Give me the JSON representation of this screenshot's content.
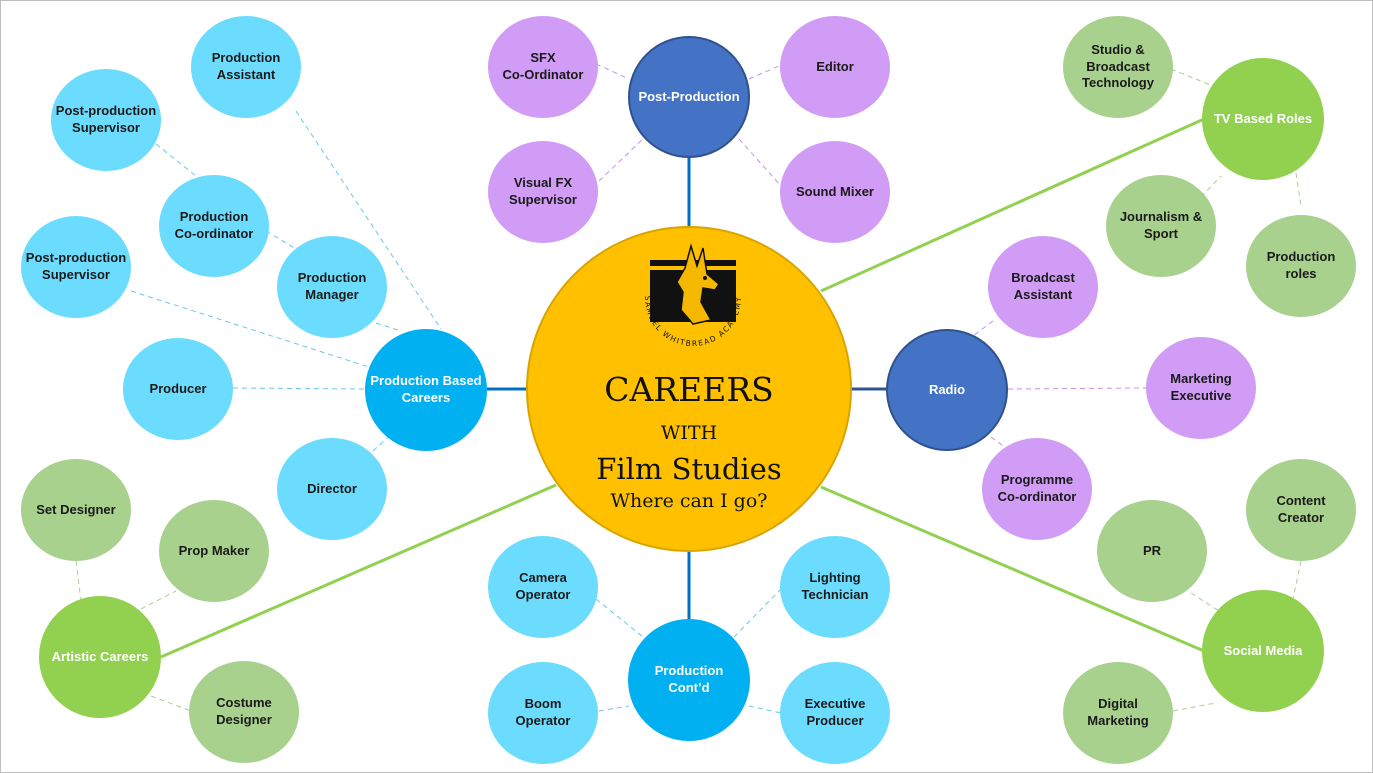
{
  "center": {
    "title": "CAREERS",
    "with": "WITH",
    "subject": "Film Studies",
    "question": "Where can I go?",
    "crest_text": "SAMUEL WHITBREAD ACADEMY"
  },
  "hubs": {
    "post_production": "Post-Production",
    "production_based": "Production Based\nCareers",
    "production_contd": "Production\nCont’d",
    "radio": "Radio",
    "tv_based": "TV Based Roles",
    "artistic": "Artistic Careers",
    "social_media": "Social Media"
  },
  "post_production_roles": {
    "sfx": "SFX\nCo-Ordinator",
    "editor": "Editor",
    "visual_fx": "Visual FX\nSupervisor",
    "sound_mixer": "Sound Mixer"
  },
  "production_roles": {
    "production_assistant": "Production\nAssistant",
    "post_supervisor_1": "Post-production\nSupervisor",
    "production_coordinator": "Production\nCo-ordinator",
    "post_supervisor_2": "Post-production\nSupervisor",
    "production_manager": "Production\nManager",
    "producer": "Producer",
    "director": "Director"
  },
  "production_contd_roles": {
    "camera_operator": "Camera\nOperator",
    "lighting_technician": "Lighting\nTechnician",
    "boom_operator": "Boom\nOperator",
    "executive_producer": "Executive\nProducer"
  },
  "radio_roles": {
    "broadcast_assistant": "Broadcast\nAssistant",
    "marketing_executive": "Marketing\nExecutive",
    "programme_coordinator": "Programme\nCo-ordinator"
  },
  "tv_roles": {
    "studio_broadcast": "Studio &\nBroadcast\nTechnology",
    "journalism_sport": "Journalism &\nSport",
    "production_roles": "Production\nroles"
  },
  "artistic_roles": {
    "set_designer": "Set Designer",
    "prop_maker": "Prop Maker",
    "costume_designer": "Costume\nDesigner"
  },
  "social_roles": {
    "content_creator": "Content\nCreator",
    "pr": "PR",
    "digital_marketing": "Digital\nMarketing"
  },
  "colors": {
    "center": "#ffc000",
    "light_blue": "#6cdcfe",
    "hub_blue": "#00b0f0",
    "hub_navy": "#4472c4",
    "purple": "#d19cf6",
    "light_green": "#a9d18e",
    "hub_green": "#92d050"
  }
}
